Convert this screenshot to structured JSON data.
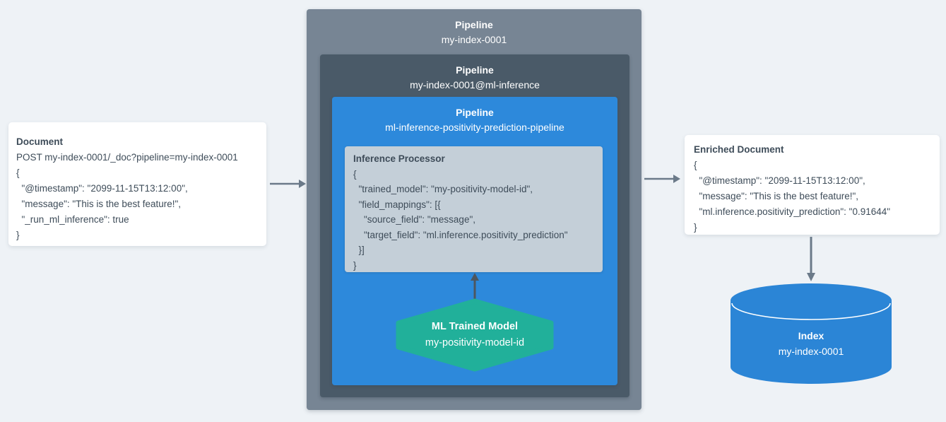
{
  "colors": {
    "background": "#EEF2F6",
    "outer_pipeline_box": "#778594",
    "middle_pipeline_box": "#4A5A68",
    "inner_pipeline_box": "#2D89DB",
    "processor_box": "#C4CFD8",
    "hexagon": "#21B09A",
    "cylinder": "#2B85D6",
    "card_text": "#3E4C59",
    "arrow_gray": "#6B7A89",
    "arrow_dark": "#4D565F"
  },
  "document_card": {
    "title": "Document",
    "lines": [
      "POST my-index-0001/_doc?pipeline=my-index-0001",
      "{",
      "  \"@timestamp\": \"2099-11-15T13:12:00\",",
      "  \"message\": \"This is the best feature!\",",
      "  \"_run_ml_inference\": true",
      "}"
    ]
  },
  "pipeline_outer": {
    "title": "Pipeline",
    "name": "my-index-0001"
  },
  "pipeline_middle": {
    "title": "Pipeline",
    "name": "my-index-0001@ml-inference"
  },
  "pipeline_inner": {
    "title": "Pipeline",
    "name": "ml-inference-positivity-prediction-pipeline"
  },
  "inference_processor": {
    "title": "Inference Processor",
    "lines": [
      "{",
      "  \"trained_model\": \"my-positivity-model-id\",",
      "  \"field_mappings\": [{",
      "    \"source_field\": \"message\",",
      "    \"target_field\": \"ml.inference.positivity_prediction\"",
      "  }]",
      "}"
    ]
  },
  "ml_trained_model": {
    "title": "ML Trained Model",
    "name": "my-positivity-model-id"
  },
  "enriched_card": {
    "title": "Enriched Document",
    "lines": [
      "{",
      "  \"@timestamp\": \"2099-11-15T13:12:00\",",
      "  \"message\": \"This is the best feature!\",",
      "  \"ml.inference.positivity_prediction\": \"0.91644\"",
      "}"
    ]
  },
  "index_cylinder": {
    "title": "Index",
    "name": "my-index-0001"
  }
}
